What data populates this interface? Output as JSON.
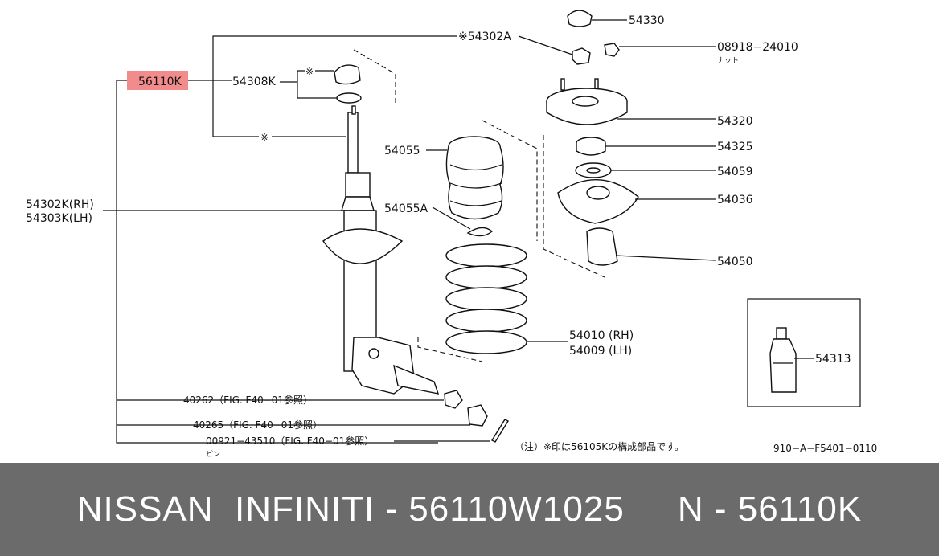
{
  "highlight": {
    "label": "56110K",
    "color": "#f28b8b"
  },
  "labels": {
    "p54330": "54330",
    "p54302A": "※54302A",
    "p08918": "08918−24010",
    "p08918_sub": "ナット",
    "p54308K": "54308K",
    "mark1": "※",
    "mark2": "※",
    "p54320": "54320",
    "p54325": "54325",
    "p54059": "54059",
    "p54036": "54036",
    "p54050": "54050",
    "p54055": "54055",
    "p54055A": "54055A",
    "p54302K": "54302K(RH)",
    "p54303K": "54303K(LH)",
    "p54010": "54010 (RH)",
    "p54009": "54009 (LH)",
    "p54313": "54313",
    "p40262": "40262（FIG. F40−01参照）",
    "p40265": "40265（FIG. F40−01参照）",
    "p00921": "00921−43510（FIG. F40−01参照）",
    "p00921_sub": "ピン",
    "note": "（注）※印は56105Kの構成部品です。",
    "figcode": "910−A−F5401−0110"
  },
  "footer": {
    "text": "NISSAN  INFINITI - 56110W1025     N - 56110K"
  }
}
